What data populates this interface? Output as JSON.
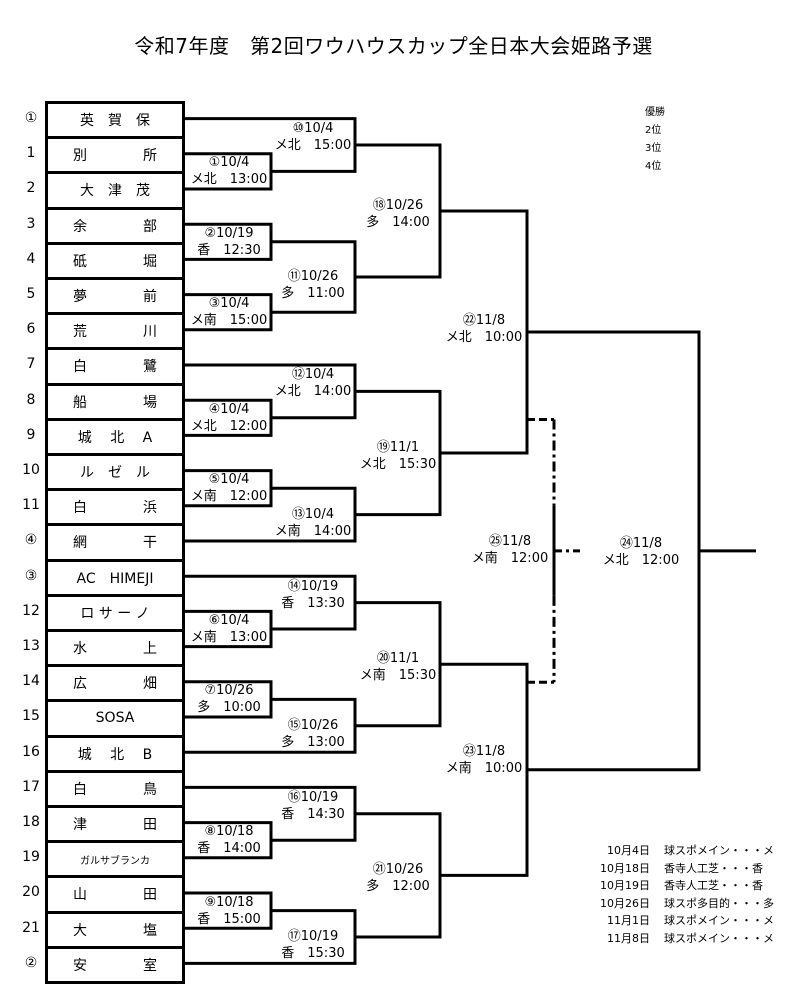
{
  "title": "令和7年度　第2回ワウハウスカップ全日本大会姫路予選",
  "teams": [
    {
      "seed": "①",
      "name": "英　賀　保"
    },
    {
      "seed": "1",
      "name": "別　　　　所"
    },
    {
      "seed": "2",
      "name": "大　津　茂"
    },
    {
      "seed": "3",
      "name": "余　　　　部"
    },
    {
      "seed": "4",
      "name": "砥　　　　堀"
    },
    {
      "seed": "5",
      "name": "夢　　　　前"
    },
    {
      "seed": "6",
      "name": "荒　　　　川"
    },
    {
      "seed": "7",
      "name": "白　　　　鷺"
    },
    {
      "seed": "8",
      "name": "船　　　　場"
    },
    {
      "seed": "9",
      "name": "城　 北　 A"
    },
    {
      "seed": "10",
      "name": "ル　ゼ　ル"
    },
    {
      "seed": "11",
      "name": "白　　　　浜"
    },
    {
      "seed": "④",
      "name": "網　　　　干"
    },
    {
      "seed": "③",
      "name": "AC　HIMEJI"
    },
    {
      "seed": "12",
      "name": "ロ サ ー ノ"
    },
    {
      "seed": "13",
      "name": "水　　　　上"
    },
    {
      "seed": "14",
      "name": "広　　　　畑"
    },
    {
      "seed": "15",
      "name": "SOSA"
    },
    {
      "seed": "16",
      "name": "城　 北　 B"
    },
    {
      "seed": "17",
      "name": "白　　　　鳥"
    },
    {
      "seed": "18",
      "name": "津　　　　田"
    },
    {
      "seed": "19",
      "name": "ガルサブランカ"
    },
    {
      "seed": "20",
      "name": "山　　　　田"
    },
    {
      "seed": "21",
      "name": "大　　　　塩"
    },
    {
      "seed": "②",
      "name": "安　　　　室"
    }
  ],
  "matches": [
    {
      "no": "①",
      "date": "10/4",
      "venue": "メ北",
      "time": "13:00"
    },
    {
      "no": "②",
      "date": "10/19",
      "venue": "香",
      "time": "12:30"
    },
    {
      "no": "③",
      "date": "10/4",
      "venue": "メ南",
      "time": "15:00"
    },
    {
      "no": "④",
      "date": "10/4",
      "venue": "メ北",
      "time": "12:00"
    },
    {
      "no": "⑤",
      "date": "10/4",
      "venue": "メ南",
      "time": "12:00"
    },
    {
      "no": "⑥",
      "date": "10/4",
      "venue": "メ南",
      "time": "13:00"
    },
    {
      "no": "⑦",
      "date": "10/26",
      "venue": "多",
      "time": "10:00"
    },
    {
      "no": "⑧",
      "date": "10/18",
      "venue": "香",
      "time": "14:00"
    },
    {
      "no": "⑨",
      "date": "10/18",
      "venue": "香",
      "time": "15:00"
    },
    {
      "no": "⑩",
      "date": "10/4",
      "venue": "メ北",
      "time": "15:00"
    },
    {
      "no": "⑪",
      "date": "10/26",
      "venue": "多",
      "time": "11:00"
    },
    {
      "no": "⑫",
      "date": "10/4",
      "venue": "メ北",
      "time": "14:00"
    },
    {
      "no": "⑬",
      "date": "10/4",
      "venue": "メ南",
      "time": "14:00"
    },
    {
      "no": "⑭",
      "date": "10/19",
      "venue": "香",
      "time": "13:30"
    },
    {
      "no": "⑮",
      "date": "10/26",
      "venue": "多",
      "time": "13:00"
    },
    {
      "no": "⑯",
      "date": "10/19",
      "venue": "香",
      "time": "14:30"
    },
    {
      "no": "⑰",
      "date": "10/19",
      "venue": "香",
      "time": "15:30"
    },
    {
      "no": "⑱",
      "date": "10/26",
      "venue": "多",
      "time": "14:00"
    },
    {
      "no": "⑲",
      "date": "11/1",
      "venue": "メ北",
      "time": "15:30"
    },
    {
      "no": "⑳",
      "date": "11/1",
      "venue": "メ南",
      "time": "15:30"
    },
    {
      "no": "㉑",
      "date": "10/26",
      "venue": "多",
      "time": "12:00"
    },
    {
      "no": "㉒",
      "date": "11/8",
      "venue": "メ北",
      "time": "10:00"
    },
    {
      "no": "㉓",
      "date": "11/8",
      "venue": "メ南",
      "time": "10:00"
    },
    {
      "no": "㉔",
      "date": "11/8",
      "venue": "メ北",
      "time": "12:00"
    },
    {
      "no": "㉕",
      "date": "11/8",
      "venue": "メ南",
      "time": "12:00"
    }
  ],
  "placings": [
    "優勝",
    "2位",
    "3位",
    "4位"
  ],
  "venues": [
    {
      "date": "10月4日",
      "place": "球スポメイン・・・メ"
    },
    {
      "date": "10月18日",
      "place": "香寺人工芝・・・香"
    },
    {
      "date": "10月19日",
      "place": "香寺人工芝・・・香"
    },
    {
      "date": "10月26日",
      "place": "球スポ多目的・・・多"
    },
    {
      "date": "11月1日",
      "place": "球スポメイン・・・メ"
    },
    {
      "date": "11月8日",
      "place": "球スポメイン・・・メ"
    }
  ]
}
